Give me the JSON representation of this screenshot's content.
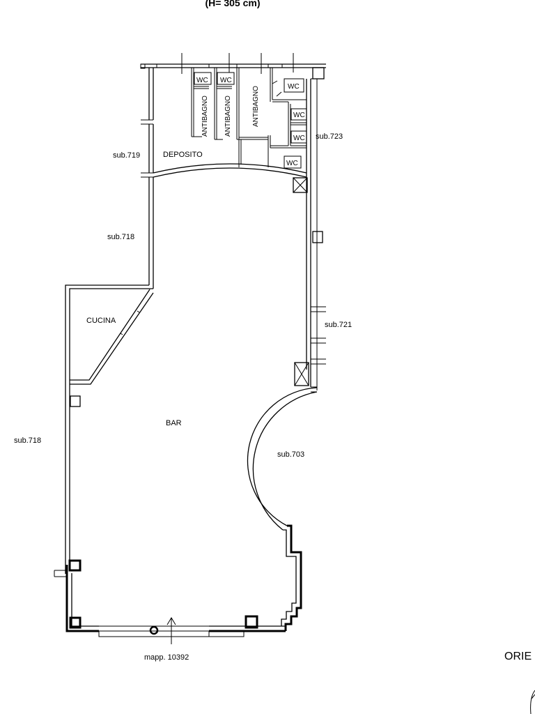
{
  "header": {
    "height_note": "(H= 305 cm)"
  },
  "rooms": {
    "wc_1": "WC",
    "wc_2": "WC",
    "wc_3": "WC",
    "wc_4": "WC",
    "wc_5": "WC",
    "wc_6": "WC",
    "antibagno_1": "ANTIBAGNO",
    "antibagno_2": "ANTIBAGNO",
    "antibagno_3": "ANTIBAGNO",
    "deposito": "DEPOSITO",
    "cucina": "CUCINA",
    "bar": "BAR"
  },
  "neighbors": {
    "sub_719": "sub.719",
    "sub_718_upper": "sub.718",
    "sub_718_lower": "sub.718",
    "sub_723": "sub.723",
    "sub_721": "sub.721",
    "sub_703": "sub.703"
  },
  "footer": {
    "mappale": "mapp. 10392"
  },
  "orientation": {
    "label": "ORIE"
  }
}
